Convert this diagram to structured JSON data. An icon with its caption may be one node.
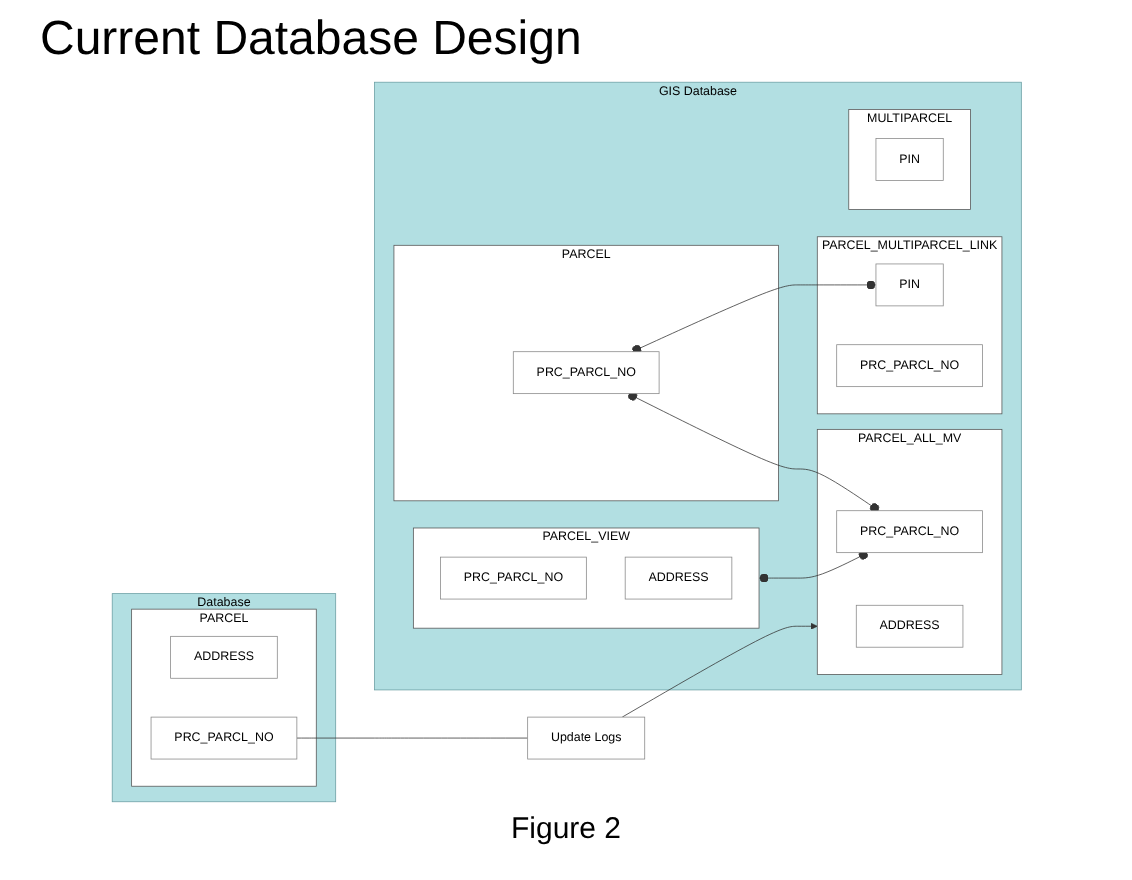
{
  "diagram": {
    "title": "Current Database Design",
    "caption": "Figure 2",
    "nodes": [
      {
        "text": [
          "GIS Database"
        ]
      },
      {
        "text": [
          "PARCEL_VIEW"
        ],
        "in": 0
      },
      {
        "text": [
          "PRC_PARCL_NO"
        ],
        "in": 1
      },
      {
        "text": [
          "ADDRESS"
        ],
        "in": 1
      },
      {
        "text": [
          "PARCEL"
        ],
        "in": 0
      },
      {
        "text": [
          "PRC_PARCL_NO"
        ],
        "in": 4
      },
      {
        "text": [
          "PARCEL_MULTIPARCEL_LINK"
        ],
        "in": 0
      },
      {
        "text": [
          "PIN"
        ],
        "in": 6
      },
      {
        "text": [
          "PRC_PARCL_NO"
        ],
        "in": 6
      },
      {
        "text": [
          "PARCEL_ALL_MV"
        ],
        "in": 0
      },
      {
        "text": [
          "ADDRESS"
        ],
        "in": 9
      },
      {
        "text": [
          "PRC_PARCL_NO"
        ],
        "in": 9
      },
      {
        "text": [
          "MULTIPARCEL"
        ],
        "in": 0
      },
      {
        "text": [
          "PIN"
        ],
        "in": 12
      },
      {
        "text": [
          "Database"
        ]
      },
      {
        "text": [
          "PARCEL"
        ],
        "in": 14
      },
      {
        "text": [
          "ADDRESS"
        ],
        "in": 15
      },
      {
        "text": [
          "PRC_PARCL_NO"
        ],
        "in": 15
      },
      {
        "text": [
          "Update Logs"
        ]
      }
    ],
    "edges": [
      {
        "from": 5,
        "to": 7,
        "arrow": "other"
      },
      {
        "from": 5,
        "to": 11,
        "arrow": "other"
      },
      {
        "from": 1,
        "to": 11,
        "arrow": "other"
      },
      {
        "from": 17,
        "to": 18,
        "arrow": "none"
      },
      {
        "from": 18,
        "to": 9,
        "arrow": "to"
      }
    ]
  }
}
